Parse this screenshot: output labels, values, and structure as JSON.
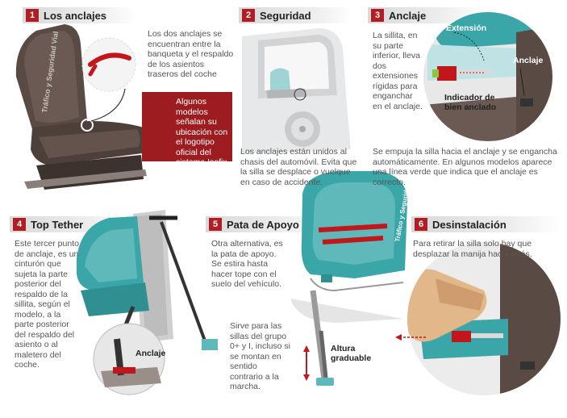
{
  "sections": [
    {
      "num": "1",
      "title": "Los anclajes"
    },
    {
      "num": "2",
      "title": "Seguridad"
    },
    {
      "num": "3",
      "title": "Anclaje"
    },
    {
      "num": "4",
      "title": "Top Tether"
    },
    {
      "num": "5",
      "title": "Pata de Apoyo"
    },
    {
      "num": "6",
      "title": "Desinstalación"
    }
  ],
  "s1": {
    "text": "Los dos anclajes se encuentran entre la banqueta y el respaldo de los asientos traseros del coche",
    "note": "Algunos modelos señalan su ubicación con el logotipo oficial del sistema Isofix",
    "seat_brand": "Tráfico y Seguridad Vial"
  },
  "s2": {
    "text": "Los anclajes están unidos al chasis del automóvil. Evita que la silla se desplace o vuelque en caso de accidente."
  },
  "s3": {
    "text": "La sillita, en su parte inferior, lleva dos extensiones rígidas para enganchar en el anclaje.",
    "text2": "Se empuja la silla hacia el anclaje y se engancha automáticamente. En algunos modelos aparece una línea verde que indica que el anclaje es correcto.",
    "label_ext": "Extensión",
    "label_anc": "Anclaje",
    "label_ind": "Indicador de bien anclado"
  },
  "s4": {
    "text": "Este tercer punto de anclaje, es un cinturón que sujeta la parte posterior del respaldo de la sillita, según el modelo, a la parte posterior del respaldo del asiento o al maletero del coche.",
    "label_anc": "Anclaje"
  },
  "s5": {
    "text": "Otra alternativa, es la pata de apoyo. Se estira hasta hacer tope con el suelo del vehículo.",
    "text2": "Sirve para las sillas del grupo 0+ y I, incluso si se montan en sentido contrario a la marcha.",
    "label_alt": "Altura graduable",
    "seat_brand": "Tráfico y Seguridad Vial"
  },
  "s6": {
    "text": "Para retirar la silla solo hay que desplazar la manija hacia atrás."
  },
  "colors": {
    "accent": "#b01e23",
    "teal": "#3aa6a8",
    "seat": "#5a4a44"
  }
}
